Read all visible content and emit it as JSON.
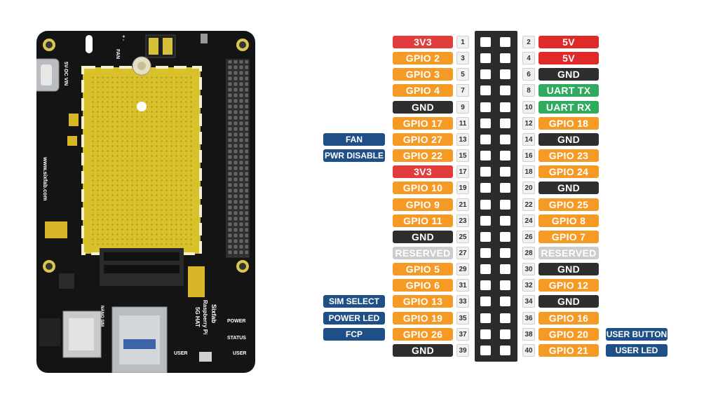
{
  "colors": {
    "power_3v3": "#e23d3d",
    "power_5v": "#e02a2a",
    "gpio": "#f59a25",
    "gnd": "#2e2e2e",
    "uart": "#2faa5f",
    "reserved": "#cccccc",
    "function_tag": "#1e4f86",
    "board_pcb": "#151515",
    "module_yellow": "#d8c12b"
  },
  "board": {
    "silk_fan": "FAN",
    "silk_plus_minus": "+ -",
    "silk_vin": "5V-DC VIN",
    "silk_url": "www.sixfab.com",
    "silk_nano_sim": "NANO SIM",
    "silk_brand": "Sixfab",
    "silk_product": "Raspberry Pi",
    "silk_product_2": "5G HAT",
    "silk_power": "POWER",
    "silk_status": "STATUS",
    "silk_user": "USER",
    "silk_user_2": "USER"
  },
  "pins": [
    {
      "num": "1",
      "label": "3V3",
      "type": "power_3v3"
    },
    {
      "num": "2",
      "label": "5V",
      "type": "power_5v"
    },
    {
      "num": "3",
      "label": "GPIO 2",
      "type": "gpio"
    },
    {
      "num": "4",
      "label": "5V",
      "type": "power_5v"
    },
    {
      "num": "5",
      "label": "GPIO 3",
      "type": "gpio"
    },
    {
      "num": "6",
      "label": "GND",
      "type": "gnd"
    },
    {
      "num": "7",
      "label": "GPIO 4",
      "type": "gpio"
    },
    {
      "num": "8",
      "label": "UART TX",
      "type": "uart"
    },
    {
      "num": "9",
      "label": "GND",
      "type": "gnd"
    },
    {
      "num": "10",
      "label": "UART RX",
      "type": "uart"
    },
    {
      "num": "11",
      "label": "GPIO 17",
      "type": "gpio"
    },
    {
      "num": "12",
      "label": "GPIO 18",
      "type": "gpio"
    },
    {
      "num": "13",
      "label": "GPIO 27",
      "type": "gpio"
    },
    {
      "num": "14",
      "label": "GND",
      "type": "gnd"
    },
    {
      "num": "15",
      "label": "GPIO 22",
      "type": "gpio"
    },
    {
      "num": "16",
      "label": "GPIO 23",
      "type": "gpio"
    },
    {
      "num": "17",
      "label": "3V3",
      "type": "power_3v3"
    },
    {
      "num": "18",
      "label": "GPIO 24",
      "type": "gpio"
    },
    {
      "num": "19",
      "label": "GPIO 10",
      "type": "gpio"
    },
    {
      "num": "20",
      "label": "GND",
      "type": "gnd"
    },
    {
      "num": "21",
      "label": "GPIO 9",
      "type": "gpio"
    },
    {
      "num": "22",
      "label": "GPIO 25",
      "type": "gpio"
    },
    {
      "num": "23",
      "label": "GPIO 11",
      "type": "gpio"
    },
    {
      "num": "24",
      "label": "GPIO 8",
      "type": "gpio"
    },
    {
      "num": "25",
      "label": "GND",
      "type": "gnd"
    },
    {
      "num": "26",
      "label": "GPIO 7",
      "type": "gpio"
    },
    {
      "num": "27",
      "label": "RESERVED",
      "type": "reserved"
    },
    {
      "num": "28",
      "label": "RESERVED",
      "type": "reserved"
    },
    {
      "num": "29",
      "label": "GPIO 5",
      "type": "gpio"
    },
    {
      "num": "30",
      "label": "GND",
      "type": "gnd"
    },
    {
      "num": "31",
      "label": "GPIO 6",
      "type": "gpio"
    },
    {
      "num": "32",
      "label": "GPIO 12",
      "type": "gpio"
    },
    {
      "num": "33",
      "label": "GPIO 13",
      "type": "gpio"
    },
    {
      "num": "34",
      "label": "GND",
      "type": "gnd"
    },
    {
      "num": "35",
      "label": "GPIO 19",
      "type": "gpio"
    },
    {
      "num": "36",
      "label": "GPIO 16",
      "type": "gpio"
    },
    {
      "num": "37",
      "label": "GPIO 26",
      "type": "gpio"
    },
    {
      "num": "38",
      "label": "GPIO 20",
      "type": "gpio"
    },
    {
      "num": "39",
      "label": "GND",
      "type": "gnd"
    },
    {
      "num": "40",
      "label": "GPIO 21",
      "type": "gpio"
    }
  ],
  "functions": [
    {
      "pin": "13",
      "label": "FAN"
    },
    {
      "pin": "15",
      "label": "PWR DISABLE"
    },
    {
      "pin": "33",
      "label": "SIM SELECT"
    },
    {
      "pin": "35",
      "label": "POWER LED"
    },
    {
      "pin": "37",
      "label": "FCP"
    },
    {
      "pin": "38",
      "label": "USER BUTTON"
    },
    {
      "pin": "40",
      "label": "USER LED"
    }
  ]
}
